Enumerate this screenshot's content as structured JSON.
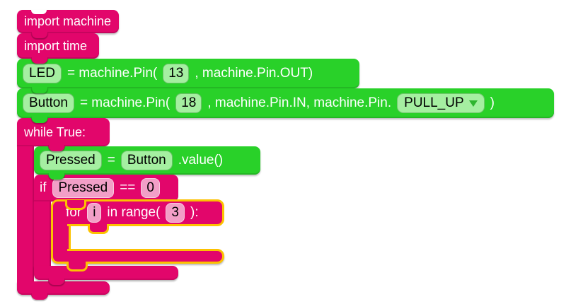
{
  "workspace": {
    "kind": "blockly-workspace"
  },
  "colors": {
    "block_pink": "#E2066B",
    "block_green": "#29D129",
    "badge_green_bg": "#A5EFA1",
    "badge_pink_bg": "#F29FC7",
    "selection_outline": "#FCC200",
    "canvas_bg": "#FFFFFF"
  },
  "blocks": {
    "import_machine": {
      "label": "import machine"
    },
    "import_time": {
      "label": "import time"
    },
    "led_assign": {
      "variable": "LED",
      "code_open": "= machine.Pin(",
      "pin_number": "13",
      "code_close": ", machine.Pin.OUT)"
    },
    "button_assign": {
      "variable": "Button",
      "code_open": "= machine.Pin(",
      "pin_number": "18",
      "code_mid": ", machine.Pin.IN, machine.Pin.",
      "pull_mode": "PULL_UP",
      "code_close": ")"
    },
    "while_loop": {
      "label": "while True:"
    },
    "pressed_assign": {
      "variable": "Pressed",
      "equals_sign": "=",
      "source_variable": "Button",
      "method_call": ".value()"
    },
    "if_condition": {
      "keyword": "if",
      "left_operand": "Pressed",
      "operator": "==",
      "right_operand": "0"
    },
    "for_loop": {
      "keyword": "for",
      "loop_variable": "i",
      "code_mid": "in range(",
      "iterations": "3",
      "code_close": "):",
      "selected": "true"
    }
  }
}
